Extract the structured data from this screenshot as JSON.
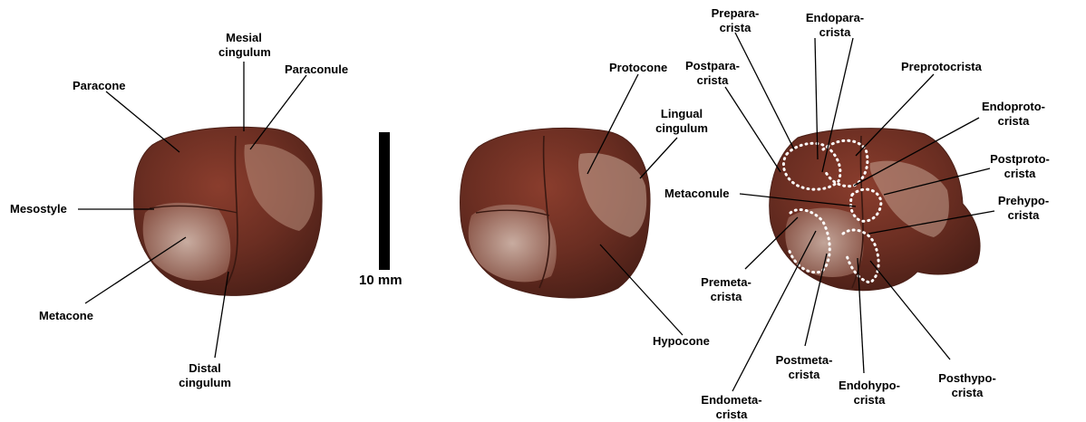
{
  "colors": {
    "enamel_dark": "#6b2e22",
    "enamel_mid": "#8a3d2d",
    "enamel_light": "#c9a89a",
    "leader_line": "#000000",
    "crest_outline": "#ffffff"
  },
  "scale_bar": {
    "label": "10 mm"
  },
  "left_specimen": {
    "labels": {
      "mesial_cingulum": "Mesial\ncingulum",
      "paracone": "Paracone",
      "paraconule": "Paraconule",
      "mesostyle": "Mesostyle",
      "metacone": "Metacone",
      "distal_cingulum": "Distal\ncingulum"
    }
  },
  "middle_specimen": {
    "labels": {
      "protocone": "Protocone",
      "lingual_cingulum": "Lingual\ncingulum",
      "hypocone": "Hypocone"
    }
  },
  "right_specimen": {
    "labels": {
      "preparacrista": "Prepara-\ncrista",
      "endoparacrista": "Endopara-\ncrista",
      "postparacrista": "Postpara-\ncrista",
      "preprotocrista": "Preprotocrista",
      "endoprotocrista": "Endoproto-\ncrista",
      "postprotocrista": "Postproto-\ncrista",
      "metaconule": "Metaconule",
      "prehypocrista": "Prehypo-\ncrista",
      "premetacrista": "Premeta-\ncrista",
      "postmetacrista": "Postmeta-\ncrista",
      "endohypocrista": "Endohypo-\ncrista",
      "posthypocrista": "Posthypo-\ncrista",
      "endometacrista": "Endometa-\ncrista"
    }
  }
}
